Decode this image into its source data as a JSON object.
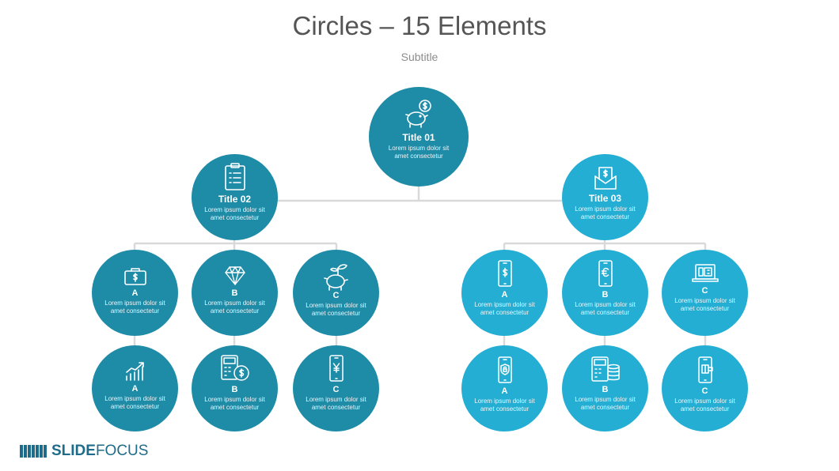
{
  "header": {
    "title": "Circles – 15 Elements",
    "subtitle": "Subtitle"
  },
  "colors": {
    "dark": "#1e8ba7",
    "light": "#24aed3",
    "line": "#d9d9d9"
  },
  "nodes": {
    "root": {
      "title": "Title 01",
      "line1": "Lorem ipsum dolor sit",
      "line2": "amet consectetur",
      "icon": "piggy-bank-dollar-icon"
    },
    "left": {
      "title": "Title 02",
      "line1": "Lorem ipsum dolor sit",
      "line2": "amet consectetur",
      "icon": "clipboard-checklist-icon"
    },
    "right": {
      "title": "Title 03",
      "line1": "Lorem ipsum dolor sit",
      "line2": "amet consectetur",
      "icon": "envelope-dollar-icon"
    },
    "l1": {
      "title": "A",
      "line1": "Lorem ipsum dolor sit",
      "line2": "amet consectetur",
      "icon": "wallet-dollar-icon"
    },
    "l2": {
      "title": "B",
      "line1": "Lorem ipsum dolor sit",
      "line2": "amet consectetur",
      "icon": "diamond-icon"
    },
    "l3": {
      "title": "C",
      "line1": "Lorem ipsum dolor sit",
      "line2": "amet consectetur",
      "icon": "piggy-bank-plant-icon"
    },
    "l4": {
      "title": "A",
      "line1": "Lorem ipsum dolor sit",
      "line2": "amet consectetur",
      "icon": "growth-chart-icon"
    },
    "l5": {
      "title": "B",
      "line1": "Lorem ipsum dolor sit",
      "line2": "amet consectetur",
      "icon": "calculator-coin-icon"
    },
    "l6": {
      "title": "C",
      "line1": "Lorem ipsum dolor sit",
      "line2": "amet consectetur",
      "icon": "phone-yen-icon"
    },
    "r1": {
      "title": "A",
      "line1": "Lorem ipsum dolor sit",
      "line2": "amet consectetur",
      "icon": "phone-dollar-icon"
    },
    "r2": {
      "title": "B",
      "line1": "Lorem ipsum dolor sit",
      "line2": "amet consectetur",
      "icon": "phone-euro-icon"
    },
    "r3": {
      "title": "C",
      "line1": "Lorem ipsum dolor sit",
      "line2": "amet consectetur",
      "icon": "laptop-safe-icon"
    },
    "r4": {
      "title": "A",
      "line1": "Lorem ipsum dolor sit",
      "line2": "amet consectetur",
      "icon": "phone-shield-icon"
    },
    "r5": {
      "title": "B",
      "line1": "Lorem ipsum dolor sit",
      "line2": "amet consectetur",
      "icon": "calculator-coins-icon"
    },
    "r6": {
      "title": "C",
      "line1": "Lorem ipsum dolor sit",
      "line2": "amet consectetur",
      "icon": "phone-card-icon"
    }
  },
  "logo": {
    "part1": "SLIDE",
    "part2": "FOCUS"
  }
}
